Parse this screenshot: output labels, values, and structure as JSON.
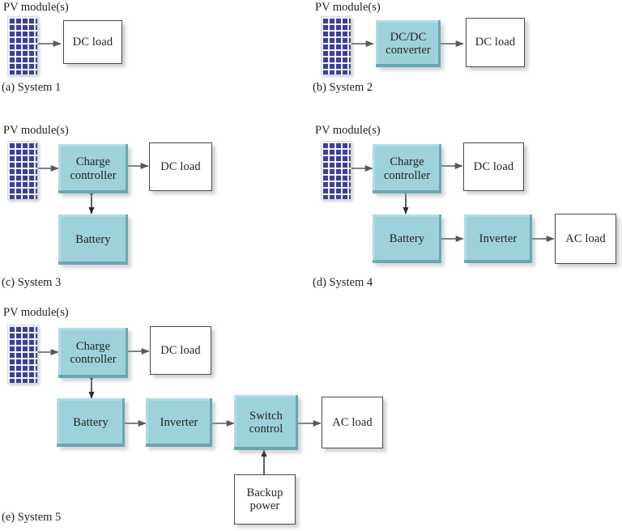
{
  "figure": {
    "type": "block-diagram",
    "title": "Photovoltaic system configurations",
    "colors": {
      "pv_module_blue": "#3b3f9c",
      "component_teal": "#9ed2da",
      "teal_shadow_edge": "#60a0ac",
      "load_box_white": "#ffffff",
      "box_border": "#4a4a4a",
      "arrow": "#58595b",
      "text": "#231f20"
    },
    "pv_label": "PV module(s)"
  },
  "systems": [
    {
      "id": "system-1",
      "caption": "(a) System 1",
      "pv_label": "PV module(s)",
      "blocks": [
        {
          "name": "pv-module",
          "label": "",
          "style": "pv"
        },
        {
          "name": "dc-load",
          "label": "DC load",
          "style": "white"
        }
      ],
      "connections": [
        {
          "from": "pv-module",
          "to": "dc-load",
          "kind": "single"
        }
      ]
    },
    {
      "id": "system-2",
      "caption": "(b) System 2",
      "pv_label": "PV module(s)",
      "blocks": [
        {
          "name": "pv-module",
          "label": "",
          "style": "pv"
        },
        {
          "name": "dcdc-converter",
          "label": "DC/DC converter",
          "line1": "DC/DC",
          "line2": "converter",
          "style": "teal"
        },
        {
          "name": "dc-load",
          "label": "DC load",
          "style": "white"
        }
      ],
      "connections": [
        {
          "from": "pv-module",
          "to": "dcdc-converter",
          "kind": "single"
        },
        {
          "from": "dcdc-converter",
          "to": "dc-load",
          "kind": "single"
        }
      ]
    },
    {
      "id": "system-3",
      "caption": "(c) System 3",
      "pv_label": "PV module(s)",
      "blocks": [
        {
          "name": "pv-module",
          "label": "",
          "style": "pv"
        },
        {
          "name": "charge-controller",
          "label": "Charge controller",
          "line1": "Charge",
          "line2": "controller",
          "style": "teal"
        },
        {
          "name": "dc-load",
          "label": "DC load",
          "style": "white"
        },
        {
          "name": "battery",
          "label": "Battery",
          "style": "teal"
        }
      ],
      "connections": [
        {
          "from": "pv-module",
          "to": "charge-controller",
          "kind": "single"
        },
        {
          "from": "charge-controller",
          "to": "dc-load",
          "kind": "single"
        },
        {
          "from": "charge-controller",
          "to": "battery",
          "kind": "double"
        }
      ]
    },
    {
      "id": "system-4",
      "caption": "(d) System 4",
      "pv_label": "PV module(s)",
      "blocks": [
        {
          "name": "pv-module",
          "label": "",
          "style": "pv"
        },
        {
          "name": "charge-controller",
          "label": "Charge controller",
          "line1": "Charge",
          "line2": "controller",
          "style": "teal"
        },
        {
          "name": "dc-load",
          "label": "DC load",
          "style": "white"
        },
        {
          "name": "battery",
          "label": "Battery",
          "style": "teal"
        },
        {
          "name": "inverter",
          "label": "Inverter",
          "style": "teal"
        },
        {
          "name": "ac-load",
          "label": "AC load",
          "style": "white"
        }
      ],
      "connections": [
        {
          "from": "pv-module",
          "to": "charge-controller",
          "kind": "single"
        },
        {
          "from": "charge-controller",
          "to": "dc-load",
          "kind": "single"
        },
        {
          "from": "charge-controller",
          "to": "battery",
          "kind": "double"
        },
        {
          "from": "battery",
          "to": "inverter",
          "kind": "single"
        },
        {
          "from": "inverter",
          "to": "ac-load",
          "kind": "single"
        }
      ]
    },
    {
      "id": "system-5",
      "caption": "(e) System 5",
      "pv_label": "PV module(s)",
      "blocks": [
        {
          "name": "pv-module",
          "label": "",
          "style": "pv"
        },
        {
          "name": "charge-controller",
          "label": "Charge controller",
          "line1": "Charge",
          "line2": "controller",
          "style": "teal"
        },
        {
          "name": "dc-load",
          "label": "DC load",
          "style": "white"
        },
        {
          "name": "battery",
          "label": "Battery",
          "style": "teal"
        },
        {
          "name": "inverter",
          "label": "Inverter",
          "style": "teal"
        },
        {
          "name": "switch-control",
          "label": "Switch control",
          "line1": "Switch",
          "line2": "control",
          "style": "teal"
        },
        {
          "name": "ac-load",
          "label": "AC load",
          "style": "white"
        },
        {
          "name": "backup-power",
          "label": "Backup power",
          "line1": "Backup",
          "line2": "power",
          "style": "white"
        }
      ],
      "connections": [
        {
          "from": "pv-module",
          "to": "charge-controller",
          "kind": "single"
        },
        {
          "from": "charge-controller",
          "to": "dc-load",
          "kind": "single"
        },
        {
          "from": "charge-controller",
          "to": "battery",
          "kind": "double"
        },
        {
          "from": "battery",
          "to": "inverter",
          "kind": "single"
        },
        {
          "from": "inverter",
          "to": "switch-control",
          "kind": "single"
        },
        {
          "from": "switch-control",
          "to": "ac-load",
          "kind": "single"
        },
        {
          "from": "backup-power",
          "to": "switch-control",
          "kind": "single"
        }
      ]
    }
  ],
  "labels": {
    "pv_module": "PV module(s)",
    "dc_load": "DC load",
    "ac_load": "AC load",
    "dcdc_line1": "DC/DC",
    "dcdc_line2": "converter",
    "charge_line1": "Charge",
    "charge_line2": "controller",
    "battery": "Battery",
    "inverter": "Inverter",
    "switch_line1": "Switch",
    "switch_line2": "control",
    "backup_line1": "Backup",
    "backup_line2": "power",
    "caption_a": "(a) System 1",
    "caption_b": "(b) System 2",
    "caption_c": "(c) System 3",
    "caption_d": "(d) System 4",
    "caption_e": "(e) System 5"
  }
}
